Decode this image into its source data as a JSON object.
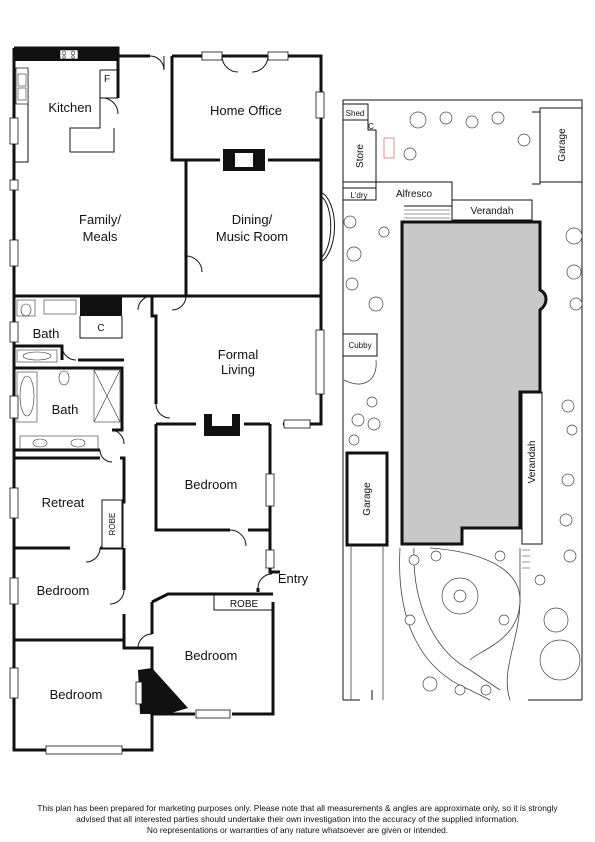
{
  "rooms": {
    "kitchen": "Kitchen",
    "kitchen_f": "F",
    "home_office": "Home Office",
    "family_line1": "Family/",
    "family_line2": "Meals",
    "dining_line1": "Dining/",
    "dining_line2": "Music Room",
    "bath_upper": "Bath",
    "cupboard_c": "C",
    "formal_line1": "Formal",
    "formal_line2": "Living",
    "bath_lower": "Bath",
    "retreat": "Retreat",
    "robe_vertical": "ROBE",
    "bedroom_center": "Bedroom",
    "bedroom_left": "Bedroom",
    "entry": "Entry",
    "robe_horizontal": "ROBE",
    "bedroom_right": "Bedroom",
    "bedroom_bottom": "Bedroom"
  },
  "site": {
    "shed": "Shed",
    "shed_c": "C",
    "store": "Store",
    "laundry": "L'dry",
    "alfresco": "Alfresco",
    "garage_top": "Garage",
    "verandah_top": "Verandah",
    "cubby": "Cubby",
    "verandah_side": "Verandah",
    "garage_left": "Garage"
  },
  "disclaimer": [
    "This plan has been prepared for marketing purposes only. Please note that all measurements & angles are approximate only, so it is strongly",
    "advised that all interested parties should undertake their own investigation into the accuracy of the supplied information.",
    "No representations or warranties of any nature whatsoever are given or intended."
  ]
}
